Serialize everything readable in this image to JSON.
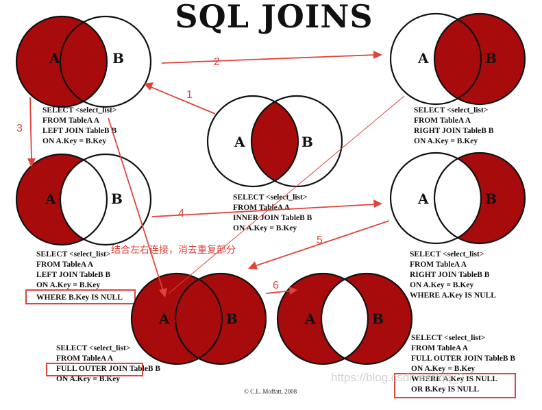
{
  "title": "SQL JOINS",
  "set_labels": {
    "a": "A",
    "b": "B"
  },
  "diagrams": {
    "left_join": {
      "sql": [
        "SELECT <select_list>",
        "FROM TableA A",
        "LEFT JOIN TableB B",
        "ON A.Key = B.Key"
      ]
    },
    "right_join": {
      "sql": [
        "SELECT <select_list>",
        "FROM TableA A",
        "RIGHT JOIN TableB B",
        "ON A.Key = B.Key"
      ]
    },
    "inner_join": {
      "sql": [
        "SELECT <select_list>",
        "FROM TableA A",
        "INNER JOIN TableB B",
        "ON A.Key = B.Key"
      ]
    },
    "left_excluding": {
      "sql": [
        "SELECT <select_list>",
        "FROM TableA A",
        "LEFT JOIN TableB B",
        "ON A.Key = B.Key",
        "WHERE B.Key IS NULL"
      ]
    },
    "right_excluding": {
      "sql": [
        "SELECT <select_list>",
        "FROM TableA A",
        "RIGHT JOIN TableB B",
        "ON A.Key = B.Key",
        "WHERE A.Key IS NULL"
      ]
    },
    "full_outer": {
      "sql": [
        "SELECT <select_list>",
        "FROM TableA A",
        "FULL OUTER JOIN TableB B",
        "ON A.Key = B.Key"
      ]
    },
    "full_outer_excluding": {
      "sql": [
        "SELECT <select_list>",
        "FROM TableA A",
        "FULL OUTER JOIN TableB B",
        "ON A.Key = B.Key",
        "WHERE A.Key IS NULL",
        "OR B.Key IS NULL"
      ]
    }
  },
  "annotations": {
    "step_numbers": [
      "1",
      "2",
      "3",
      "4",
      "5",
      "6"
    ],
    "note": "结合左右连接，消去重复部分",
    "highlight_color": "#e0433a",
    "fill_color": "#a80b0b"
  },
  "copyright": "© C.L. Moffatt, 2008",
  "watermark": "https://blog.csdn.net/qq_2"
}
